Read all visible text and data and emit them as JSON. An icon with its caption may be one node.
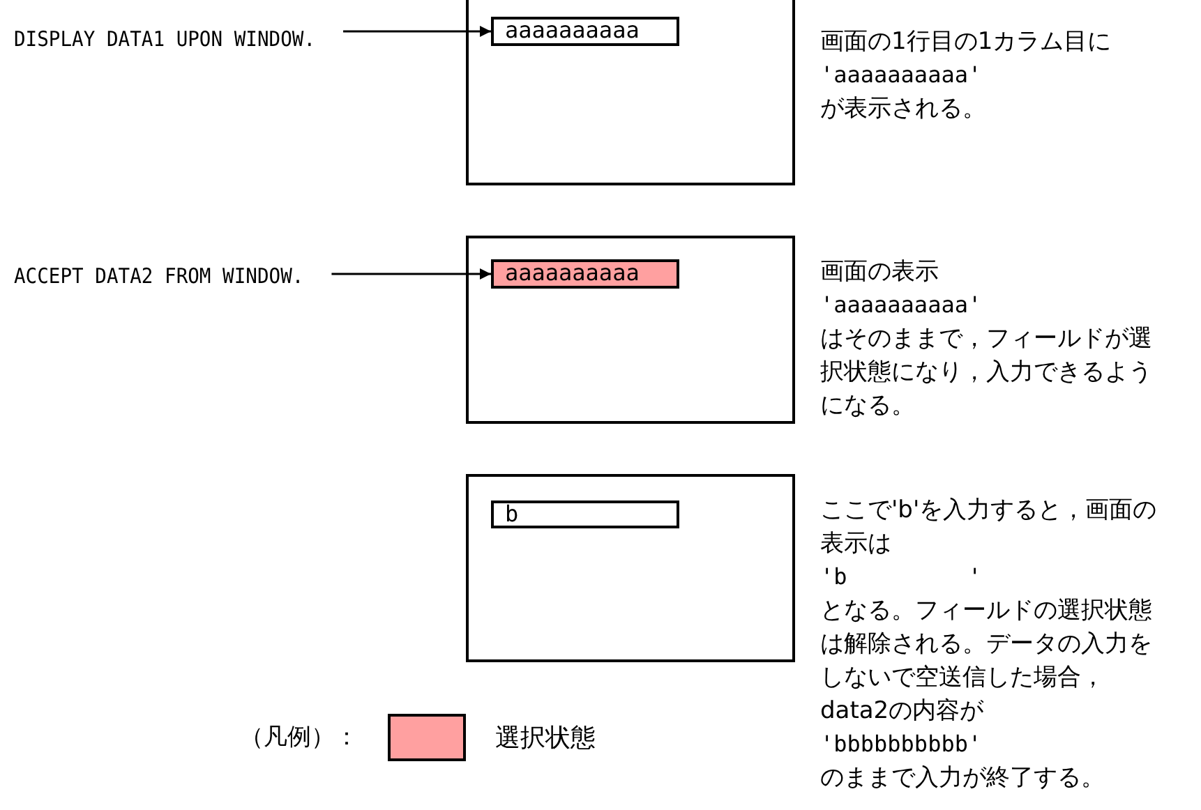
{
  "diagram": {
    "nodes": [
      {
        "text": [
          "DISPLAY DATA1 UPON WINDOW."
        ]
      },
      {
        "text": [],
        "shape": "box",
        "beside": [
          "画面の1行目の1カラム目に",
          "'aaaaaaaaaa'",
          "が表示される。"
        ]
      },
      {
        "text": [
          "aaaaaaaaaa"
        ],
        "in": 1
      },
      {
        "text": [
          "ACCEPT DATA2 FROM WINDOW."
        ]
      },
      {
        "text": [],
        "shape": "box",
        "beside": [
          "画面の表示",
          "'aaaaaaaaaa'",
          "はそのままで，フィールドが選択状態になり，入力できるようになる。"
        ]
      },
      {
        "text": [
          "aaaaaaaaaa"
        ],
        "in": 4
      },
      {
        "text": [],
        "shape": "box",
        "beside": [
          "ここで'b'を入力すると，画面の表示は",
          "'b         '",
          "となる。フィールドの選択状態は解除される。データの入力をしないで空送信した場合，data2の内容が",
          "'bbbbbbbbbb'",
          "のままで入力が終了する。"
        ]
      },
      {
        "text": [
          "b"
        ],
        "in": 6
      }
    ],
    "edges": [
      {
        "from": 0,
        "to": 2,
        "arrow": "to"
      },
      {
        "from": 3,
        "to": 5,
        "arrow": "to"
      }
    ],
    "labels": [
      "（凡例）："
    ],
    "legend": [
      {
        "text": "選択状態",
        "color": "#ffa0a0"
      }
    ]
  }
}
